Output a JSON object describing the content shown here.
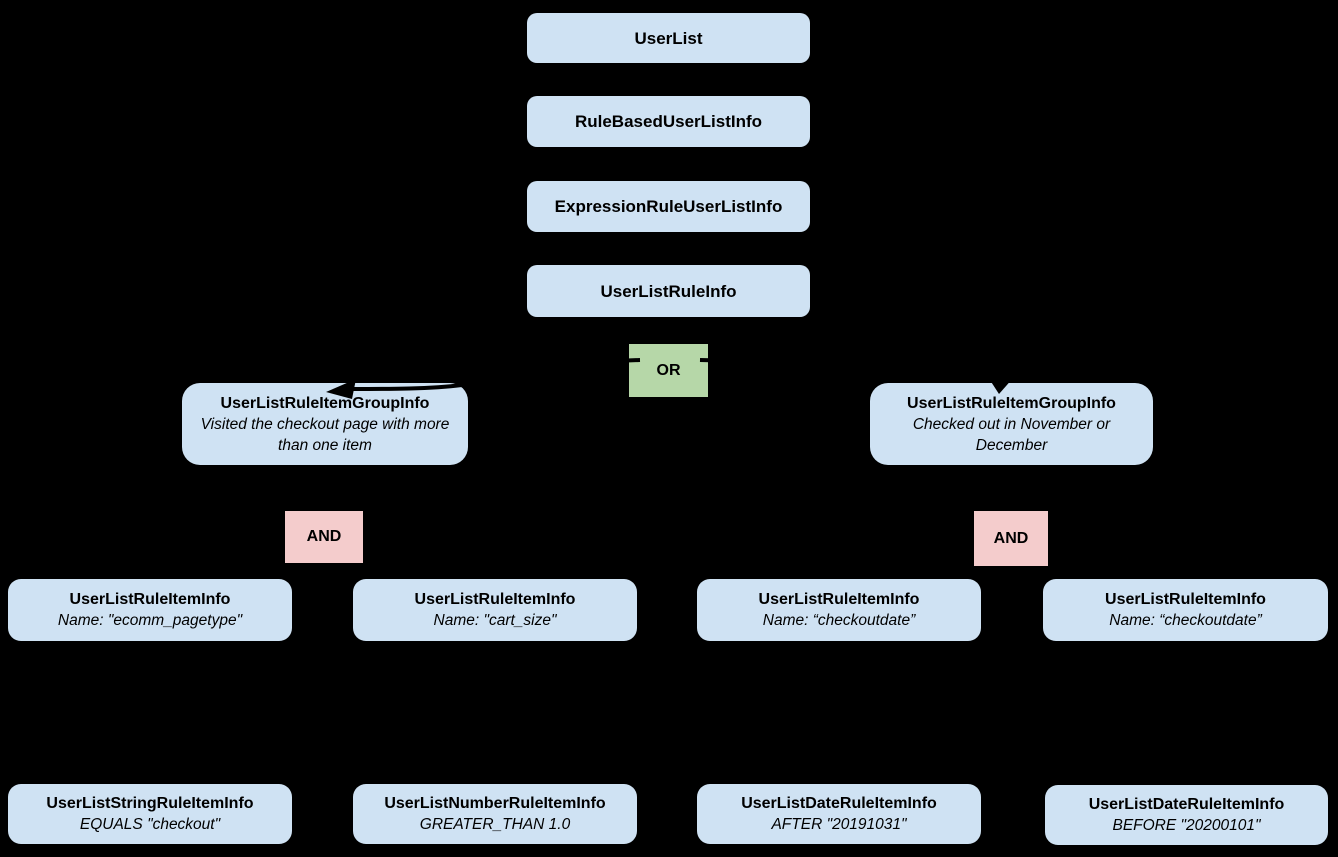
{
  "colors": {
    "background": "#000000",
    "node_blue": "#cfe2f3",
    "node_green": "#b6d7a8",
    "node_pink": "#f4cccc",
    "text": "#000000"
  },
  "diagram": {
    "chain": [
      {
        "label": "UserList"
      },
      {
        "label": "RuleBasedUserListInfo"
      },
      {
        "label": "ExpressionRuleUserListInfo"
      },
      {
        "label": "UserListRuleInfo"
      }
    ],
    "or_operator": {
      "label": "OR"
    },
    "groups": [
      {
        "title": "UserListRuleItemGroupInfo",
        "subtitle": "Visited the checkout page with more than one item",
        "operator": "AND",
        "items": [
          {
            "title": "UserListRuleItemInfo",
            "subtitle": "Name: \"ecomm_pagetype\"",
            "leaf": {
              "title": "UserListStringRuleItemInfo",
              "subtitle": "EQUALS \"checkout\""
            }
          },
          {
            "title": "UserListRuleItemInfo",
            "subtitle": "Name: \"cart_size\"",
            "leaf": {
              "title": "UserListNumberRuleItemInfo",
              "subtitle": "GREATER_THAN 1.0"
            }
          }
        ]
      },
      {
        "title": "UserListRuleItemGroupInfo",
        "subtitle": "Checked out in November or December",
        "operator": "AND",
        "items": [
          {
            "title": "UserListRuleItemInfo",
            "subtitle": "Name: “checkoutdate”",
            "leaf": {
              "title": "UserListDateRuleItemInfo",
              "subtitle": "AFTER \"20191031\""
            }
          },
          {
            "title": "UserListRuleItemInfo",
            "subtitle": "Name: “checkoutdate”",
            "leaf": {
              "title": "UserListDateRuleItemInfo",
              "subtitle": "BEFORE \"20200101\""
            }
          }
        ]
      }
    ]
  }
}
